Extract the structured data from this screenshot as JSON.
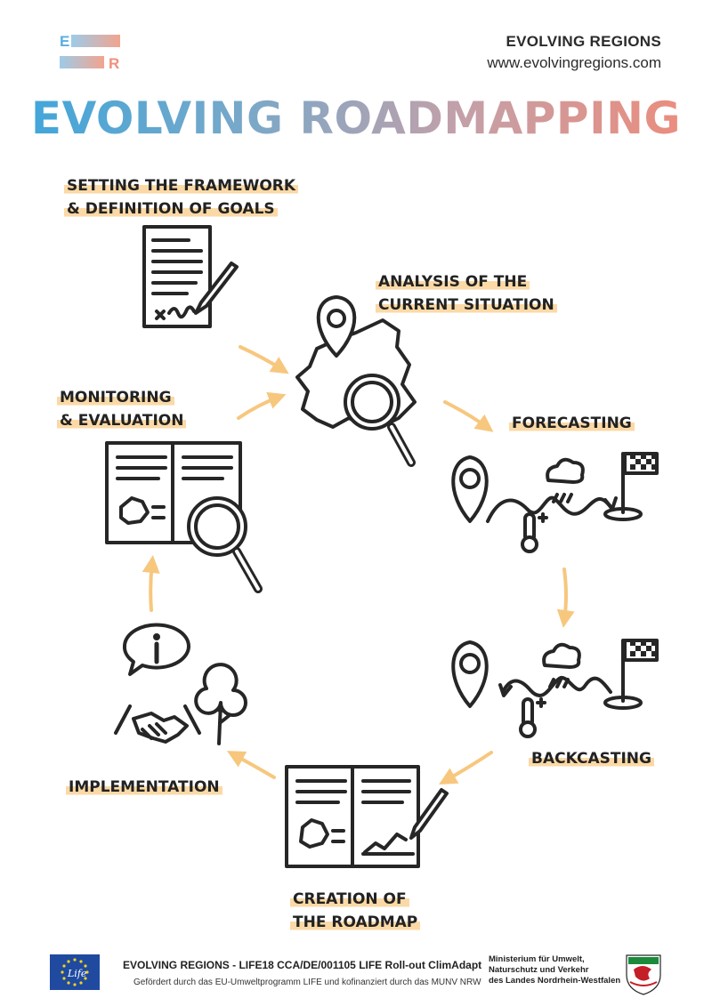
{
  "header": {
    "logo_letters": [
      "E",
      "R"
    ],
    "brand_name": "EVOLVING REGIONS",
    "brand_url": "www.evolvingregions.com"
  },
  "title": "EVOLVING ROADMAPPING",
  "steps": {
    "framework": [
      "SETTING THE FRAMEWORK",
      "& DEFINITION OF GOALS"
    ],
    "analysis": [
      "ANALYSIS OF THE",
      "CURRENT SITUATION"
    ],
    "forecasting": [
      "FORECASTING"
    ],
    "backcasting": [
      "BACKCASTING"
    ],
    "creation": [
      "CREATION OF",
      "THE ROADMAP"
    ],
    "implementation": [
      "IMPLEMENTATION"
    ],
    "monitoring": [
      "MONITORING",
      "& EVALUATION"
    ]
  },
  "footer": {
    "program": "EVOLVING REGIONS - LIFE18 CCA/DE/001105 LIFE Roll-out ClimAdapt",
    "funding": "Gefördert durch das EU-Umweltprogramm LIFE und kofinanziert durch das MUNV NRW",
    "eu_logo_text": "Life",
    "ministry": [
      "Ministerium für Umwelt,",
      "Naturschutz und Verkehr",
      "des Landes Nordrhein-Westfalen"
    ]
  },
  "colors": {
    "accent_orange": "#f7c77e",
    "highlight": "#fbd9a6",
    "line": "#262626",
    "eu_blue": "#1f4aa0",
    "eu_star": "#f3d31a"
  }
}
